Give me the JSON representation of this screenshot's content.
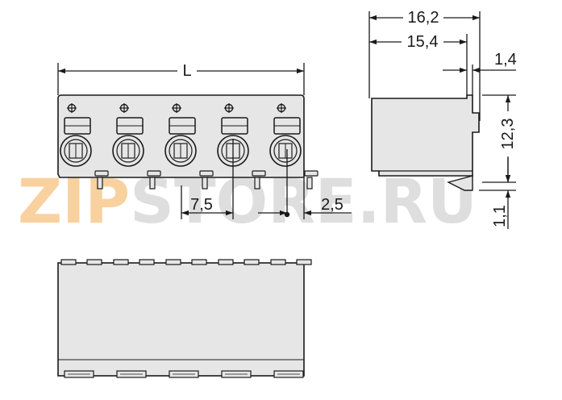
{
  "watermark": {
    "prefix": "ZIP",
    "suffix": "STORE.RU",
    "prefix_color": "#f7c98f",
    "suffix_color": "#d9d9d9"
  },
  "colors": {
    "body_fill": "#e6e6e6",
    "line": "#1a1a1a"
  },
  "front_view": {
    "pole_count": 5,
    "width_label": "L",
    "pitch_label": "7,5",
    "offset_label": "2,5"
  },
  "side_view": {
    "overall_width_label": "16,2",
    "body_width_label": "15,4",
    "lip_label": "1,4",
    "height_label": "12,3",
    "pin_label": "1,1"
  },
  "bottom_view": {
    "pole_count": 5
  }
}
